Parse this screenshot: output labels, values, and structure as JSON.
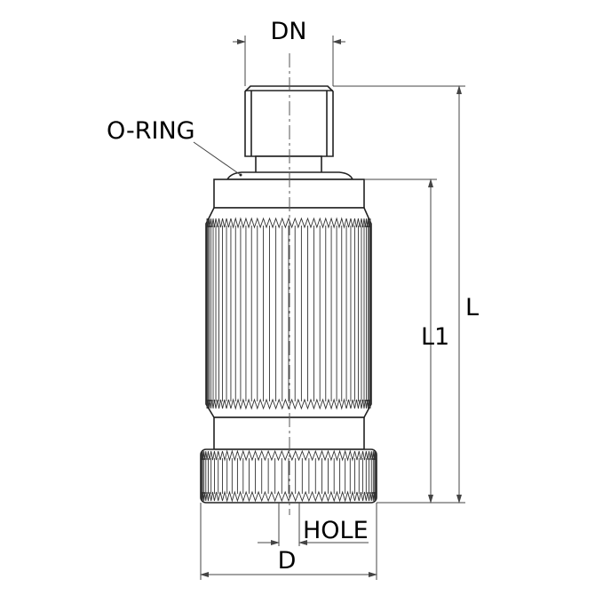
{
  "drawing": {
    "labels": {
      "dn": "DN",
      "o_ring": "O-RING",
      "l": "L",
      "l1": "L1",
      "hole": "HOLE",
      "d": "D"
    },
    "colors": {
      "line": "#222222",
      "dimension": "#444444",
      "background": "#ffffff"
    }
  }
}
